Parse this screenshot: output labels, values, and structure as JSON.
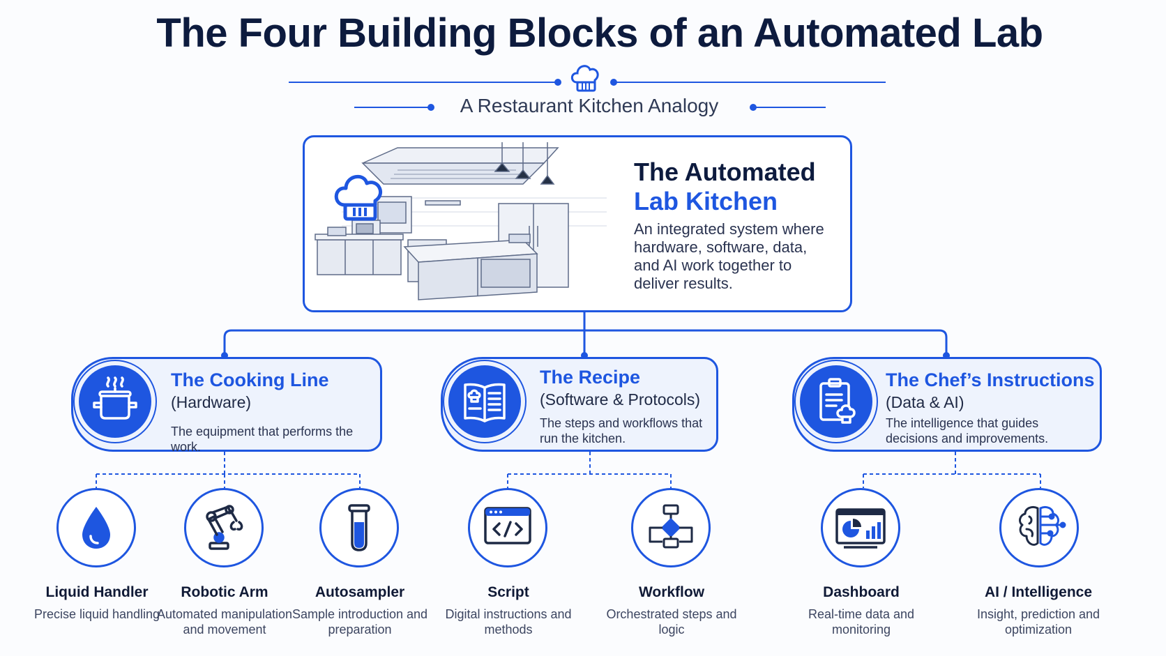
{
  "title": "The Four Building Blocks of an Automated Lab",
  "subtitle": "A Restaurant Kitchen Analogy",
  "main": {
    "title_line1": "The Automated",
    "title_line2": "Lab Kitchen",
    "description": "An integrated system where hardware, software, data, and AI work together to deliver results."
  },
  "categories": [
    {
      "title": "The Cooking Line",
      "subtitle": "(Hardware)",
      "description": "The equipment that performs the work.",
      "icon": "cooking-pot-icon"
    },
    {
      "title": "The Recipe",
      "subtitle": "(Software & Protocols)",
      "description": "The steps and workflows that run the kitchen.",
      "icon": "recipe-book-icon"
    },
    {
      "title": "The Chef’s Instructions",
      "subtitle": "(Data & AI)",
      "description": "The intelligence that guides decisions and improvements.",
      "icon": "clipboard-chef-icon"
    }
  ],
  "leaves": [
    {
      "title": "Liquid Handler",
      "description": "Precise liquid handling",
      "icon": "droplet-icon"
    },
    {
      "title": "Robotic Arm",
      "description": "Automated manipulation and movement",
      "icon": "robotic-arm-icon"
    },
    {
      "title": "Autosampler",
      "description": "Sample introduction and preparation",
      "icon": "test-tube-icon"
    },
    {
      "title": "Script",
      "description": "Digital instructions and methods",
      "icon": "code-window-icon"
    },
    {
      "title": "Workflow",
      "description": "Orchestrated steps and logic",
      "icon": "flowchart-icon"
    },
    {
      "title": "Dashboard",
      "description": "Real-time data and monitoring",
      "icon": "dashboard-icon"
    },
    {
      "title": "AI / Intelligence",
      "description": "Insight, prediction and optimization",
      "icon": "brain-circuit-icon"
    }
  ],
  "colors": {
    "accent": "#1e56e0",
    "dark": "#0d1b3e",
    "card_fill": "#eef3fd"
  }
}
